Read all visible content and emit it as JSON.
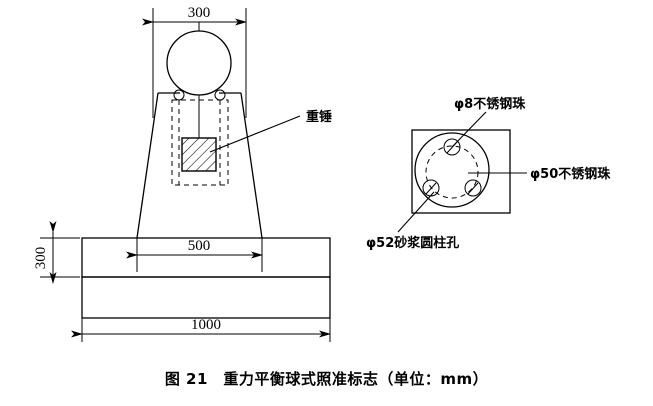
{
  "figure": {
    "caption": "图 21　重力平衡球式照准标志（单位：mm）",
    "caption_number": "图 21",
    "caption_title": "重力平衡球式照准标志",
    "caption_unit_note": "（单位：mm）",
    "units": "mm"
  },
  "left_view": {
    "name": "elevation-view",
    "dimensions": {
      "top_width": "300",
      "pillar_base_width": "500",
      "foundation_width": "1000",
      "foundation_height": "300"
    },
    "annotations": {
      "plumb_weight": "重锤"
    }
  },
  "right_view": {
    "name": "plan-detail-view",
    "annotations": {
      "small_ball": "φ8不锈钢珠",
      "large_ball": "φ50不锈钢珠",
      "mortar_hole": "φ52砂浆圆柱孔"
    }
  },
  "colors": {
    "line": "#000000",
    "background": "#ffffff",
    "text": "#000000"
  }
}
